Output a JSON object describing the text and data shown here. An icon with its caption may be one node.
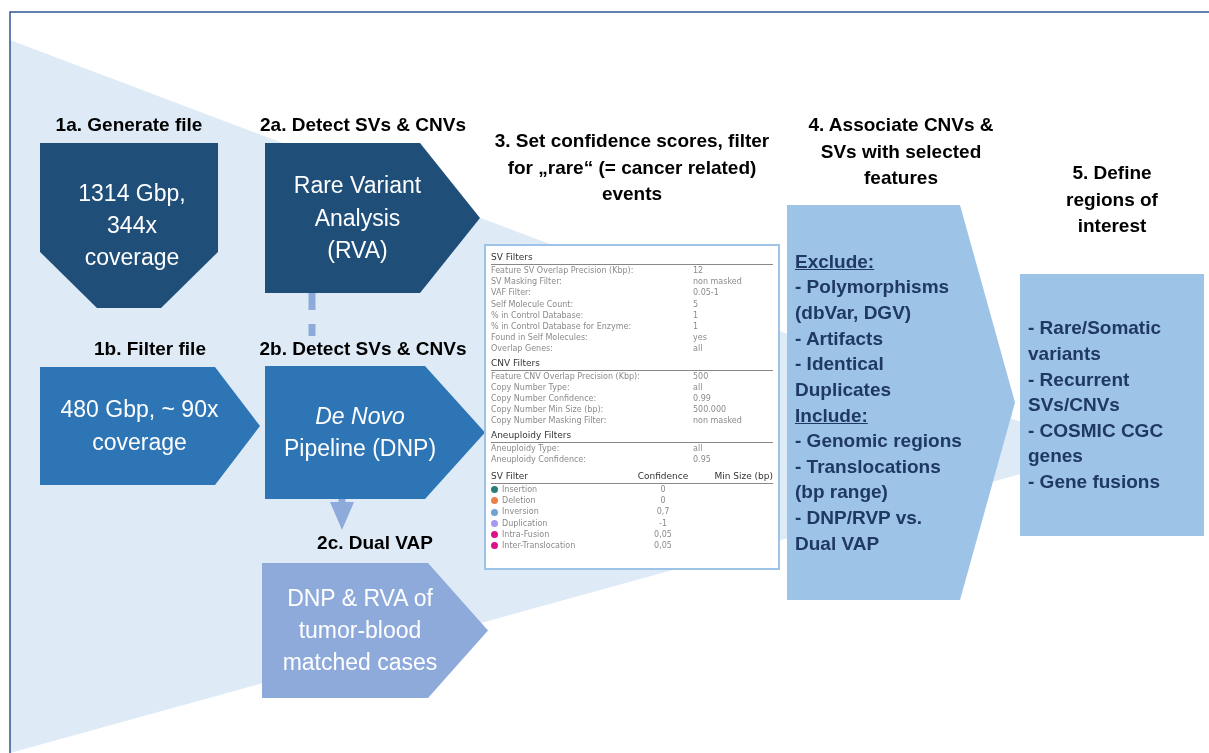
{
  "diagram": {
    "nodes": [
      {
        "text": [
          "1a. Generate file",
          "1314 Gbp, 344x coverage"
        ]
      },
      {
        "text": [
          "2a. Detect SVs & CNVs",
          "Rare Variant Analysis (RVA)"
        ]
      },
      {
        "text": [
          "1b. Filter file",
          "480 Gbp, ~ 90x coverage"
        ]
      },
      {
        "text": [
          "2b. Detect SVs & CNVs",
          "*De Novo* Pipeline (DNP)"
        ]
      },
      {
        "text": [
          "2c. Dual VAP",
          "DNP & RVA of tumor-blood matched cases"
        ]
      },
      {
        "text": [
          "3. Set confidence scores, filter for „rare“ (= cancer related) events"
        ]
      },
      {
        "text": [
          "4. Associate CNVs & SVs with selected features",
          "Exclude:",
          "- Polymorphisms (dbVar, DGV)",
          "- Artifacts",
          "- Identical Duplicates",
          "Include:",
          "- Genomic regions",
          "- Translocations (bp range)",
          "- DNP/RVP vs. Dual VAP"
        ]
      },
      {
        "text": [
          "5. Define regions of interest",
          "- Rare/Somatic variants",
          "- Recurrent SVs/CNVs",
          "- COSMIC CGC genes",
          "- Gene fusions"
        ]
      }
    ],
    "edges": [
      {
        "from": 1,
        "to": 3,
        "arrow": "none",
        "style": "dashed"
      },
      {
        "from": 3,
        "to": 4,
        "arrow": "to",
        "style": "dashed"
      }
    ],
    "labels": [
      "SV Filters",
      "Feature SV Overlap Precision (Kbp):",
      "12",
      "SV Masking Filter:",
      "non masked",
      "VAF Filter:",
      "0.05-1",
      "Self Molecule Count:",
      "5",
      "% in Control Database:",
      "1",
      "% in Control Database for Enzyme:",
      "1",
      "Found in Self Molecules:",
      "yes",
      "Overlap Genes:",
      "all",
      "CNV Filters",
      "Feature CNV Overlap Precision (Kbp):",
      "500",
      "Copy Number Type:",
      "all",
      "Copy Number Confidence:",
      "0.99",
      "Copy Number Min Size (bp):",
      "500.000",
      "Copy Number Masking Filter:",
      "non masked",
      "Aneuploidy Filters",
      "Aneuploidy Type:",
      "all",
      "Aneuploidy Confidence:",
      "0.95",
      "SV Filter",
      "Confidence",
      "Min Size (bp)",
      "Insertion",
      "0",
      "Deletion",
      "0",
      "Inversion",
      "0,7",
      "Duplication",
      "-1",
      "Intra-Fusion",
      "0,05",
      "Inter-Translocation",
      "0,05"
    ]
  }
}
